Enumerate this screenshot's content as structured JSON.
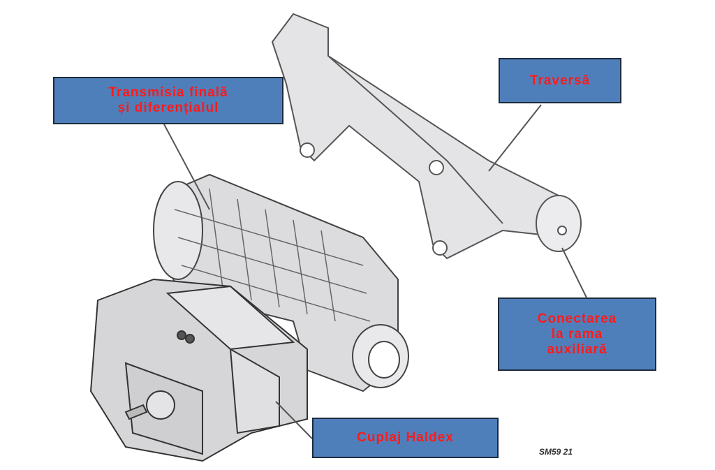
{
  "labels": {
    "final_drive": "Transmisia finală\nși diferențialul",
    "cross_member": "Traversă",
    "subframe_connection": "Conectarea\nla rama\nauxiliară",
    "haldex_coupling": "Cuplaj Haldex"
  },
  "figure_code": "SM59 21",
  "colors": {
    "box_fill": "#4f7fbb",
    "label_text": "#ff1a1a"
  }
}
